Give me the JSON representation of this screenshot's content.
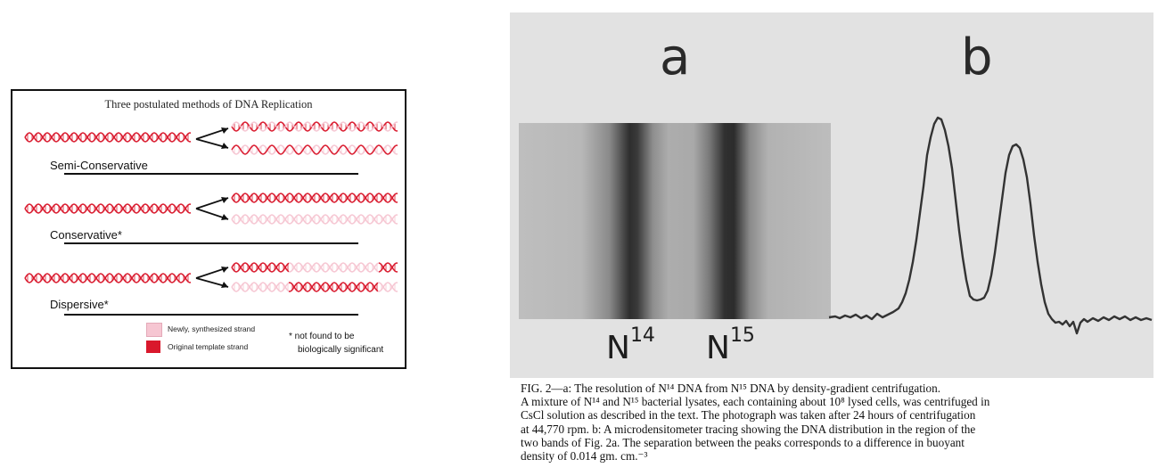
{
  "diagram": {
    "title": "Three postulated methods of DNA Replication",
    "methods": [
      {
        "name": "Semi-Conservative"
      },
      {
        "name": "Conservative*"
      },
      {
        "name": "Dispersive*"
      }
    ],
    "legend": [
      {
        "label": "Newly, synthesized strand",
        "color": "#f6c6d2"
      },
      {
        "label": "Original template strand",
        "color": "#d9182c"
      }
    ],
    "footnote_line1": "* not found to be",
    "footnote_line2": "biologically significant"
  },
  "figure": {
    "panel_a": "a",
    "panel_b": "b",
    "band_labels": [
      {
        "letter": "N",
        "mass": "14"
      },
      {
        "letter": "N",
        "mass": "15"
      }
    ],
    "caption_lines": [
      "FIG. 2—a: The resolution of N¹⁴ DNA from N¹⁵ DNA by density-gradient centrifugation.",
      "A mixture of N¹⁴ and N¹⁵ bacterial lysates, each containing about 10⁸ lysed cells, was centrifuged in",
      "CsCl solution as described in the text. The photograph was taken after 24 hours of centrifugation",
      "at 44,770 rpm. b: A microdensitometer tracing showing the DNA distribution in the region of the",
      "two bands of Fig. 2a. The separation between the peaks corresponds to a difference in buoyant",
      "density of 0.014 gm. cm.⁻³"
    ]
  },
  "colors": {
    "original_strand": "#d9182c",
    "new_strand": "#f6c6d2"
  }
}
